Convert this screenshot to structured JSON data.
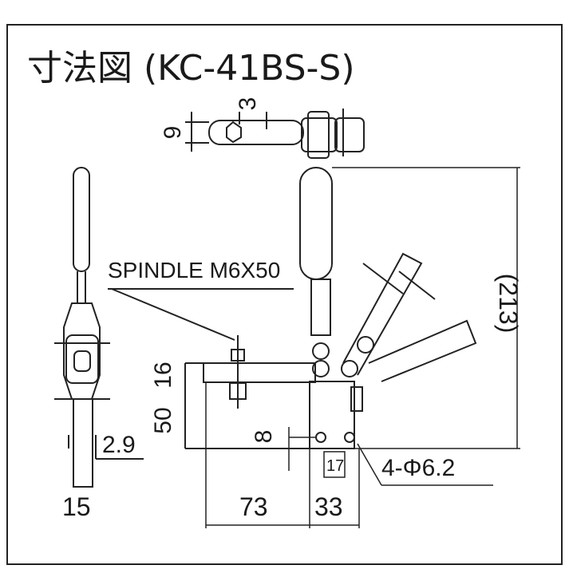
{
  "title": "寸法図 (KC-41BS-S)",
  "labels": {
    "spindle": "SPINDLE M6X50",
    "dim_9": "9",
    "dim_3": "3",
    "dim_213": "(213)",
    "dim_16": "16",
    "dim_50": "50",
    "dim_8": "8",
    "dim_17": "17",
    "dim_29": "2.9",
    "dim_15": "15",
    "dim_73": "73",
    "dim_33": "33",
    "holes": "4-Φ6.2"
  }
}
